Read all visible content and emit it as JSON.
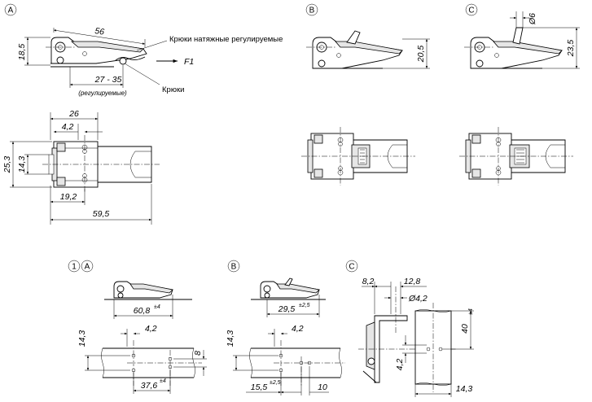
{
  "views": {
    "a_label": "A",
    "b_label": "B",
    "c_label": "C",
    "one_label": "1"
  },
  "callouts": {
    "adjustable_hooks": "Крюки натяжные регулируемые",
    "hooks": "Крюки",
    "adjustable": "(регулируемые)",
    "force": "F1"
  },
  "dims": {
    "a_56": "56",
    "a_18_5": "18,5",
    "a_27_35": "27 - 35",
    "b_20_5": "20,5",
    "c_d6": "Ø6",
    "c_23_5": "23,5",
    "p_26": "26",
    "p_4_2": "4,2",
    "p_25_3": "25,3",
    "p_14_3": "14,3",
    "p_19_2": "19,2",
    "p_59_5": "59,5",
    "m1_60_8": "60,8",
    "m1_60_8_tol": "±4",
    "m1_14_3": "14,3",
    "m1_4_2": "4,2",
    "m1_8": "8",
    "m1_37_6": "37,6",
    "m1_37_6_tol": "±4",
    "mb_29_5": "29,5",
    "mb_29_5_tol": "±2,5",
    "mb_14_3": "14,3",
    "mb_4_2": "4,2",
    "mb_15_5": "15,5",
    "mb_15_5_tol": "±2,5",
    "mb_10": "10",
    "mc_8_2": "8,2",
    "mc_12_8": "12,8",
    "mc_d4_2": "Ø4,2",
    "mc_40": "40",
    "mc_40_tol": "±4",
    "mc_4_2": "4,2",
    "mc_14_3": "14,3"
  }
}
